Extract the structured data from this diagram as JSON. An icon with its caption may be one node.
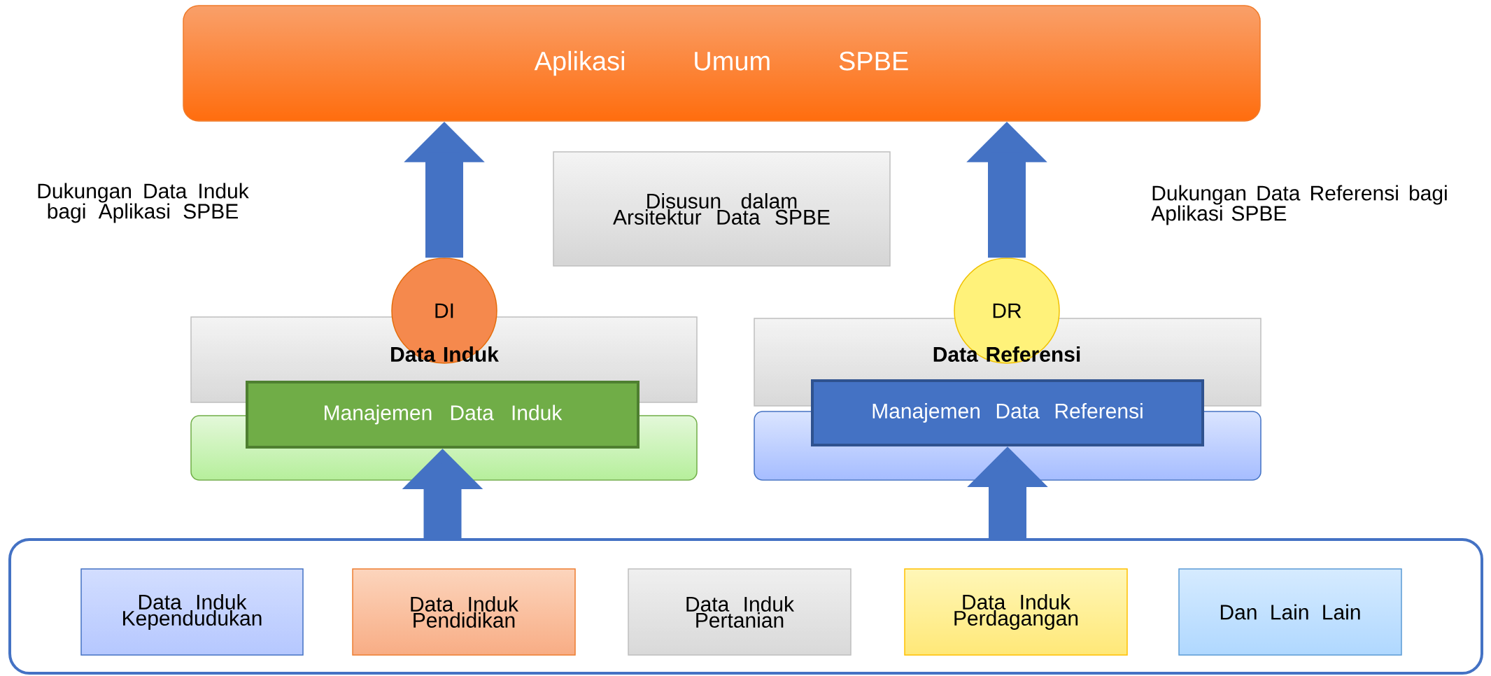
{
  "diagram": {
    "nodes": [
      {
        "text": [
          "Aplikasi Umum SPBE"
        ]
      },
      {
        "text": [
          "Disusun dalam Arsitektur Data SPBE"
        ]
      },
      {
        "text": [],
        "shape": "box"
      },
      {
        "text": [],
        "shape": "box"
      },
      {
        "text": [
          "DI",
          "**Data Induk**"
        ]
      },
      {
        "text": [
          "DR",
          "**Data Referensi**"
        ]
      },
      {
        "text": [],
        "shape": "box"
      },
      {
        "text": [],
        "shape": "box"
      },
      {
        "text": [
          "Manajemen Data Induk"
        ]
      },
      {
        "text": [
          "Manajemen Data Referensi"
        ]
      },
      {
        "text": [],
        "shape": "box"
      },
      {
        "text": [
          "Data Induk Kependudukan"
        ],
        "in": 10
      },
      {
        "text": [
          "Data Induk Pendidikan"
        ],
        "in": 10
      },
      {
        "text": [
          "Data Induk Pertanian"
        ],
        "in": 10
      },
      {
        "text": [
          "Data Induk Perdagangan"
        ],
        "in": 10
      },
      {
        "text": [
          "Dan Lain Lain"
        ],
        "in": 10
      }
    ],
    "edges": [
      {
        "from": 4,
        "to": 0,
        "arrow": "to"
      },
      {
        "from": 5,
        "to": 0,
        "arrow": "to"
      },
      {
        "from": 10,
        "to": 8,
        "arrow": "to"
      },
      {
        "from": 10,
        "to": 9,
        "arrow": "to"
      }
    ],
    "labels": [
      "Dukungan Data Induk bagi Aplikasi SPBE",
      "Dukungan Data Referensi bagi Aplikasi SPBE"
    ]
  }
}
